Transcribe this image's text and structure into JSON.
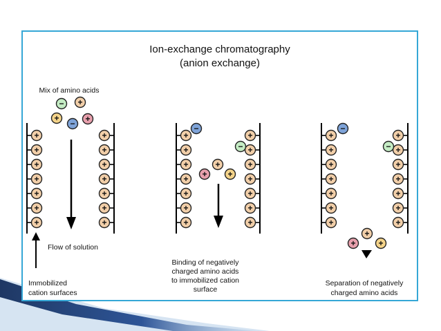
{
  "slide": {
    "accent_color": "#35a7d6",
    "decoration_color": "#1f3864"
  },
  "diagram": {
    "title_line1": "Ion-exchange chromatography",
    "title_line2": "(anion exchange)",
    "mix_label": "Mix of amino acids",
    "flow_label": "Flow of solution",
    "immobilized_label": [
      "Immobilized",
      "cation surfaces"
    ],
    "binding_label": [
      "Binding of negatively",
      "charged amino acids",
      "to immobilized cation",
      "surface"
    ],
    "separation_label": [
      "Separation of negatively",
      "charged amino acids"
    ],
    "plus_sign": "+",
    "minus_sign": "−",
    "bead_colors": {
      "cation": "#f2cfa9",
      "neutral": "#f5d48a",
      "positive": "#e8a0ad",
      "negative_green": "#c4ecc4",
      "negative_blue": "#7ea3d8"
    }
  }
}
